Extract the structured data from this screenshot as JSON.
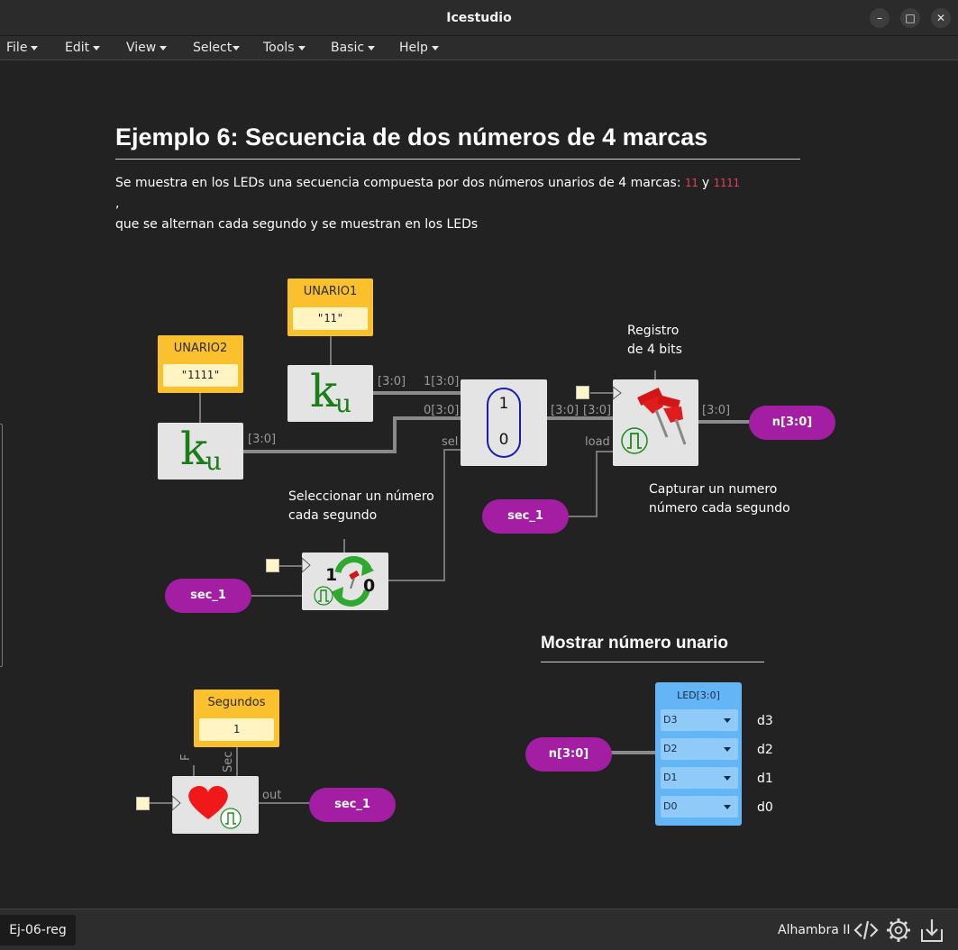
{
  "window": {
    "title": "Icestudio",
    "minimize_glyph": "–",
    "maximize_glyph": "□",
    "close_glyph": "✕"
  },
  "menu": {
    "items": [
      "File",
      "Edit",
      "View",
      "Select",
      "Tools",
      "Basic",
      "Help"
    ]
  },
  "doc": {
    "title": "Ejemplo 6: Secuencia de dos números de 4 marcas",
    "desc_line1_a": "Se muestra en los LEDs una secuencia compuesta por dos números unarios de 4 marcas:",
    "desc_code1": "11",
    "desc_y": "y",
    "desc_code2": "1111",
    "desc_comma": ",",
    "desc_line2": "que se alternan cada segundo y se muestran en los LEDs",
    "section2_title": "Mostrar número unario"
  },
  "notes": {
    "registro_1": "Registro",
    "registro_2": "de 4 bits",
    "seleccionar_1": "Seleccionar un número",
    "seleccionar_2": "cada segundo",
    "capturar_1": "Capturar un numero",
    "capturar_2": "número cada segundo"
  },
  "blocks": {
    "unario1": {
      "name": "UNARIO1",
      "value": "\"11\""
    },
    "unario2": {
      "name": "UNARIO2",
      "value": "\"1111\""
    },
    "segundos": {
      "name": "Segundos",
      "value": "1"
    },
    "ku_k": "k",
    "ku_u": "u",
    "mux_1": "1",
    "mux_0": "0",
    "toggle_1": "1",
    "toggle_0": "0"
  },
  "wire_labels": {
    "k1_out": "[3:0]",
    "mux_in1": "1[3:0]",
    "k2_out": "[3:0]",
    "mux_in0": "0[3:0]",
    "mux_sel": "sel",
    "mux_out": "[3:0]",
    "reg_in": "[3:0]",
    "reg_out": "[3:0]",
    "reg_load": "load",
    "prescaler_f": "F",
    "prescaler_sec": "Sec",
    "prescaler_out": "out"
  },
  "pills": {
    "n_out": "n[3:0]",
    "sec_reg": "sec_1",
    "sec_toggle": "sec_1",
    "sec_prescaler": "sec_1",
    "n_in": "n[3:0]"
  },
  "led": {
    "title": "LED[3:0]",
    "pins": [
      {
        "sel": "D3",
        "name": "d3"
      },
      {
        "sel": "D2",
        "name": "d2"
      },
      {
        "sel": "D1",
        "name": "d1"
      },
      {
        "sel": "D0",
        "name": "d0"
      }
    ]
  },
  "statusbar": {
    "tab": "Ej-06-reg",
    "board": "Alhambra II"
  },
  "colors": {
    "background": "#222222",
    "constant": "#fbc02d",
    "pill": "#a31ea3",
    "led_block": "#64b5f6",
    "module": "#e4e4e4",
    "code_text": "#e83e5c"
  },
  "icons": [
    "minimize-icon",
    "maximize-icon",
    "close-icon",
    "code-icon",
    "settings-gear-icon",
    "download-icon",
    "heart-icon",
    "pushpin-icon",
    "clock-pulse-icon",
    "cycle-arrows-icon"
  ]
}
